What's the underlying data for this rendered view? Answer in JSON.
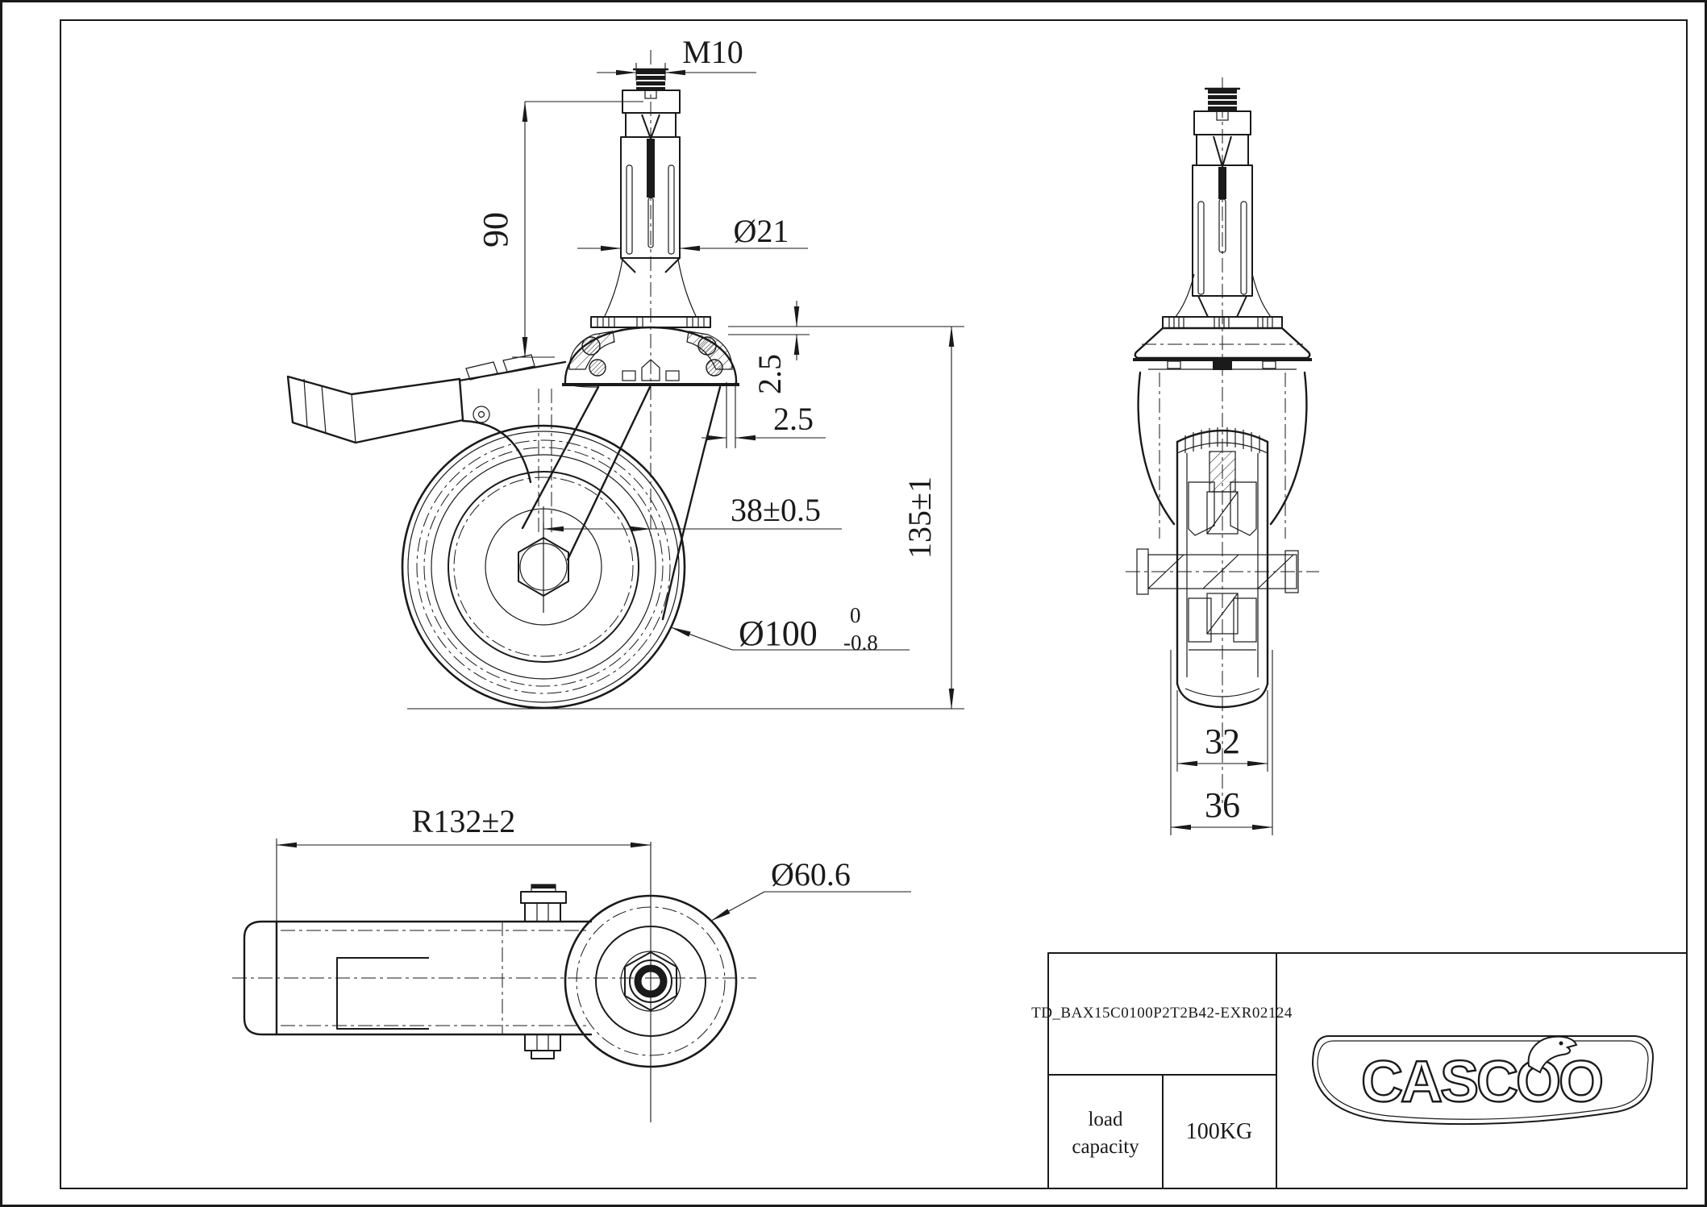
{
  "sheet": {
    "background": "#ffffff",
    "line_color": "#1a1a1a",
    "kind": "caster wheel technical drawing"
  },
  "views": {
    "front": {
      "name": "front-view-section",
      "dims": {
        "m10": "M10",
        "len90": "90",
        "dia21": "Ø21",
        "plate_gap_vertical": "2.5",
        "plate_gap_horizontal": "2.5",
        "offset": "38±0.5",
        "height": "135±1",
        "wheel_dia": "Ø100",
        "wheel_tol_upper": "0",
        "wheel_tol_lower": "-0.8"
      }
    },
    "side": {
      "name": "side-view-section",
      "dims": {
        "tread_width": "32",
        "hub_width": "36"
      }
    },
    "top": {
      "name": "top-view",
      "dims": {
        "swivel_radius": "R132±2",
        "dome_dia": "Ø60.6"
      }
    }
  },
  "title_block": {
    "part_number": "TD_BAX15C0100P2T2B42-EXR02124",
    "load_capacity_line1": "load",
    "load_capacity_line2": "capacity",
    "load_capacity_value": "100KG",
    "brand": "CASCOO"
  }
}
